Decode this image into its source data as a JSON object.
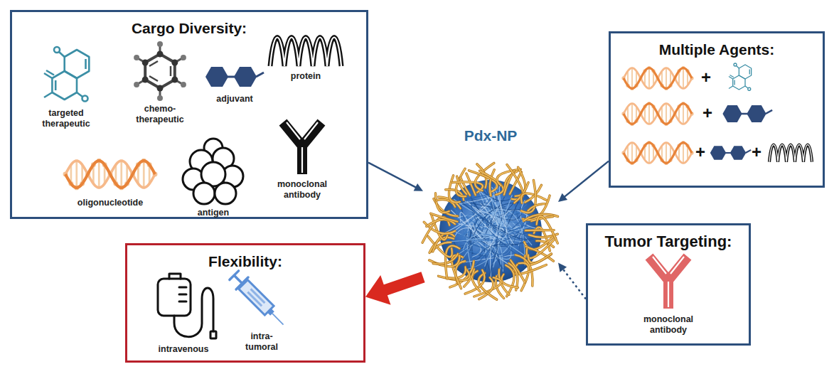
{
  "diagram": {
    "nodes": [
      {
        "text": [
          "Cargo Diversity:"
        ]
      },
      {
        "text": [
          "Pdx-NP"
        ]
      },
      {
        "text": [
          "Multiple Agents:"
        ]
      },
      {
        "text": [
          "Tumor Targeting:"
        ]
      },
      {
        "text": [
          "Flexibility:"
        ]
      }
    ],
    "edges": [
      {
        "from": 0,
        "to": 1,
        "arrow": "to"
      },
      {
        "from": 2,
        "to": 1,
        "arrow": "to"
      },
      {
        "from": 3,
        "to": 1,
        "arrow": "to"
      },
      {
        "from": 1,
        "to": 4,
        "arrow": "to"
      }
    ],
    "labels": [
      "targeted therapeutic",
      "chemo- therapeutic",
      "adjuvant",
      "protein",
      "oligonucleotide",
      "antigen",
      "monoclonal antibody",
      "+",
      "+",
      "+",
      "+",
      "monoclonal antibody",
      "intravenous",
      "intra- tumoral"
    ]
  }
}
